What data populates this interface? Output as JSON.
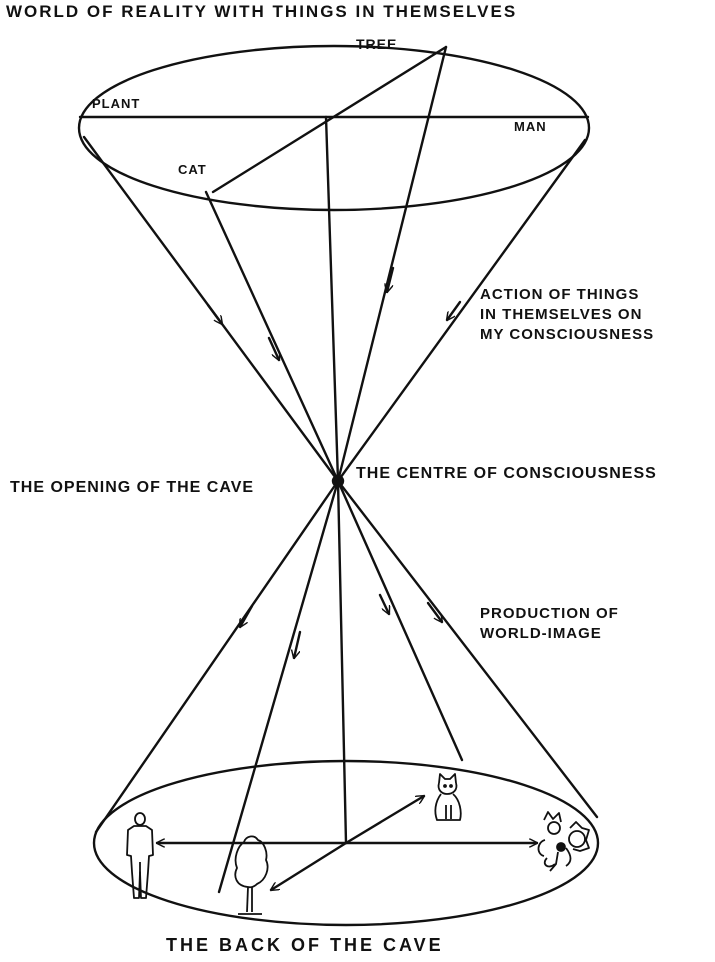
{
  "labels": {
    "title": "WORLD OF REALITY WITH THINGS IN THEMSELVES",
    "tree": "TREE",
    "plant": "PLANT",
    "man": "MAN",
    "cat": "CAT",
    "action": [
      "ACTION OF THINGS",
      "IN THEMSELVES ON",
      "MY CONSCIOUSNESS"
    ],
    "opening": "THE OPENING OF THE CAVE",
    "centre": "THE CENTRE OF CONSCIOUSNESS",
    "production": [
      "PRODUCTION OF",
      "WORLD-IMAGE"
    ],
    "back": "THE BACK OF THE CAVE"
  },
  "figures": {
    "man": "standing-man-figure",
    "tree": "tree-figure",
    "cat": "sitting-cat-figure",
    "plant": "flowering-plant-figure"
  },
  "colors": {
    "ink": "#111111",
    "background": "#ffffff"
  }
}
